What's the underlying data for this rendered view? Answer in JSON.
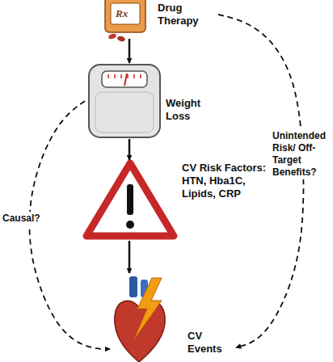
{
  "diagram": {
    "nodes": [
      {
        "text": [
          "Drug Therapy"
        ]
      },
      {
        "text": [
          "Weight Loss"
        ]
      },
      {
        "text": [
          "CV Risk Factors: HTN, Hba1C, Lipids, CRP"
        ]
      },
      {
        "text": [
          "CV Events"
        ]
      }
    ],
    "edges": [
      {
        "from": 0,
        "to": 1,
        "arrow": "to"
      },
      {
        "from": 1,
        "to": 2,
        "arrow": "to"
      },
      {
        "from": 2,
        "to": 3,
        "arrow": "to"
      },
      {
        "from": 1,
        "to": 3,
        "label": "Causal?",
        "arrow": "to"
      },
      {
        "from": 0,
        "to": 3,
        "label": "Unintended Risk/ Off-Target Benefits?",
        "arrow": "to"
      }
    ],
    "labels": [
      "Rx"
    ]
  }
}
